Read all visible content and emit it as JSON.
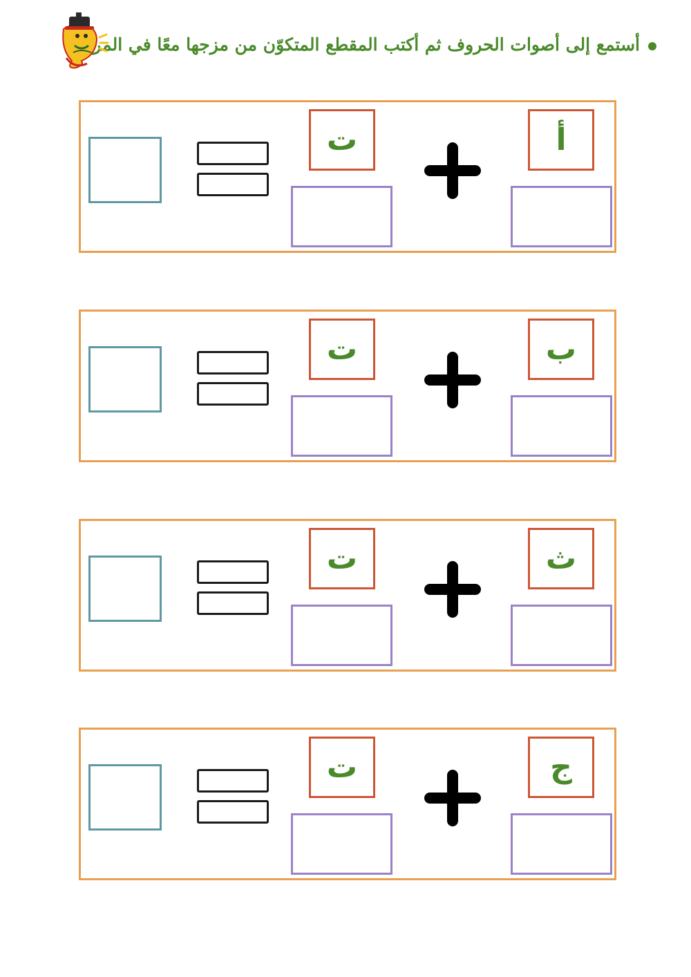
{
  "instruction": {
    "text": "أستمع إلى أصوات الحروف ثم أكتب المقطع المتكوّن من مزجها معًا في المربع."
  },
  "colors": {
    "text_green": "#4a8a2a",
    "row_border": "#e8a050",
    "letter_border": "#cc5533",
    "write_border": "#9b82c8",
    "answer_border": "#5e98a2",
    "equals_border": "#1a1a1a"
  },
  "icons": {
    "logo": "cartoon-character-logo-icon",
    "plus": "plus-icon",
    "equals": "equals-icon"
  },
  "rows": [
    {
      "first_letter": "أ",
      "second_letter": "ت"
    },
    {
      "first_letter": "ب",
      "second_letter": "ت"
    },
    {
      "first_letter": "ث",
      "second_letter": "ت"
    },
    {
      "first_letter": "ج",
      "second_letter": "ت"
    }
  ]
}
